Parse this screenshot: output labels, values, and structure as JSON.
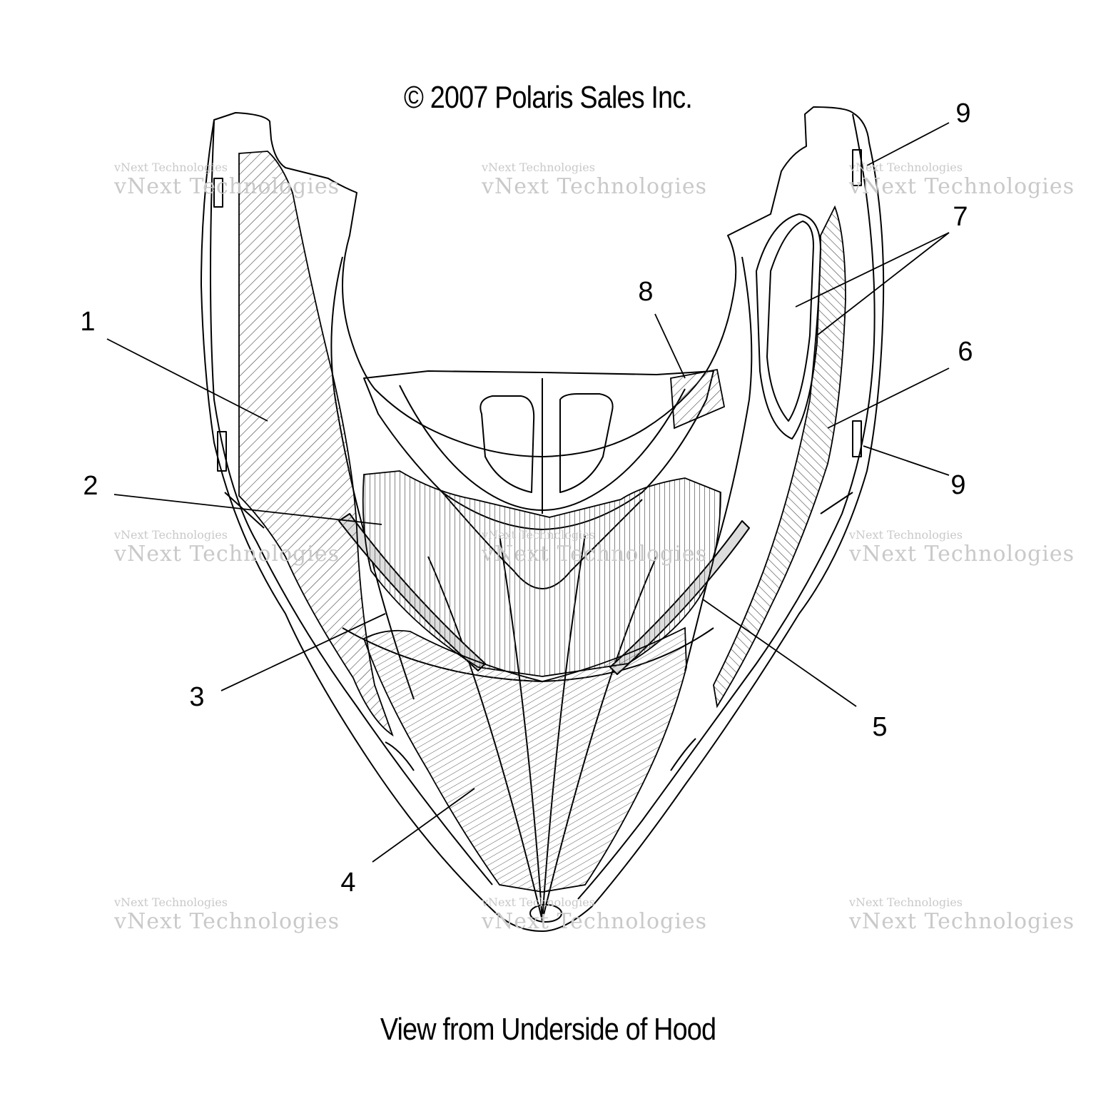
{
  "copyright": "© 2007 Polaris Sales Inc.",
  "caption": "View from Underside of Hood",
  "callouts": [
    "1",
    "2",
    "3",
    "4",
    "5",
    "6",
    "7",
    "8",
    "9",
    "9"
  ],
  "watermark": {
    "line1": "vNext Technologies",
    "line2": "vNext Technologies"
  },
  "colors": {
    "line": "#000000",
    "hatch": "#555555",
    "watermark": "#c9c9c9",
    "background": "#ffffff"
  }
}
